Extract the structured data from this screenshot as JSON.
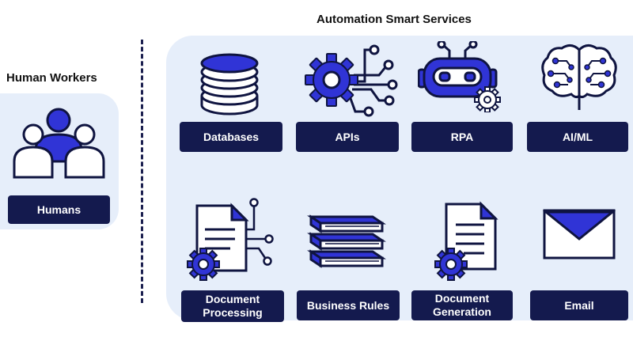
{
  "sections": {
    "human": {
      "title": "Human Workers"
    },
    "automation": {
      "title": "Automation Smart Services"
    }
  },
  "nodes": [
    {
      "label": "Humans",
      "icon": "people-group-icon"
    },
    {
      "label": "Databases",
      "icon": "database-icon"
    },
    {
      "label": "APIs",
      "icon": "api-gear-icon"
    },
    {
      "label": "RPA",
      "icon": "robot-icon"
    },
    {
      "label": "AI/ML",
      "icon": "brain-circuit-icon"
    },
    {
      "label": "Document Processing",
      "icon": "document-gear-icon"
    },
    {
      "label": "Business Rules",
      "icon": "books-icon"
    },
    {
      "label": "Document Generation",
      "icon": "document-gear-icon"
    },
    {
      "label": "Email",
      "icon": "envelope-icon"
    }
  ],
  "colors": {
    "accent": "#3034d6",
    "label_bg": "#141a4e",
    "panel_bg": "#e6eefa",
    "icon_outline": "#0f1440"
  }
}
